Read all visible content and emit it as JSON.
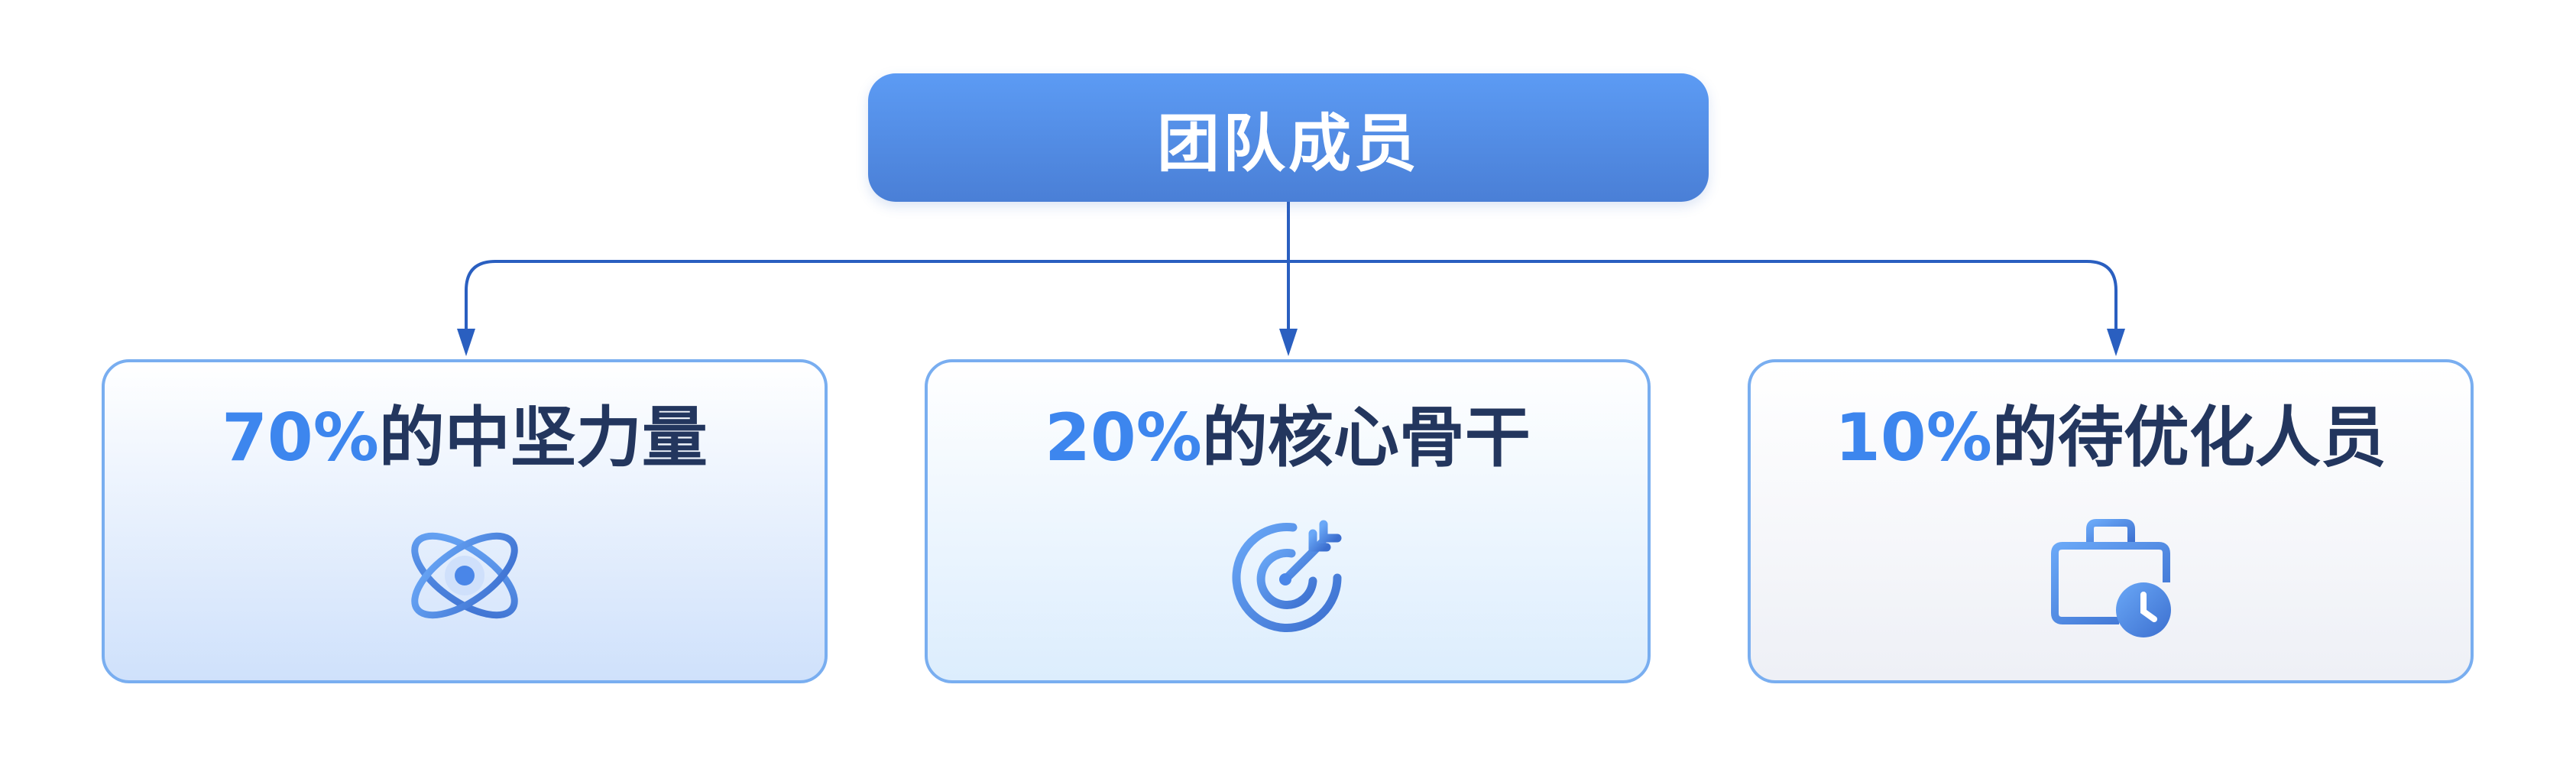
{
  "root": {
    "title": "团队成员"
  },
  "cards": [
    {
      "percent": "70%",
      "label": "的中坚力量",
      "icon": "atom-icon"
    },
    {
      "percent": "20%",
      "label": "的核心骨干",
      "icon": "target-arrow-icon"
    },
    {
      "percent": "10%",
      "label": "的待优化人员",
      "icon": "briefcase-clock-icon"
    }
  ],
  "colors": {
    "accent": "#3d86ee",
    "text_dark": "#23365e",
    "connector": "#2a5fc0",
    "card_border": "#79aef0"
  }
}
